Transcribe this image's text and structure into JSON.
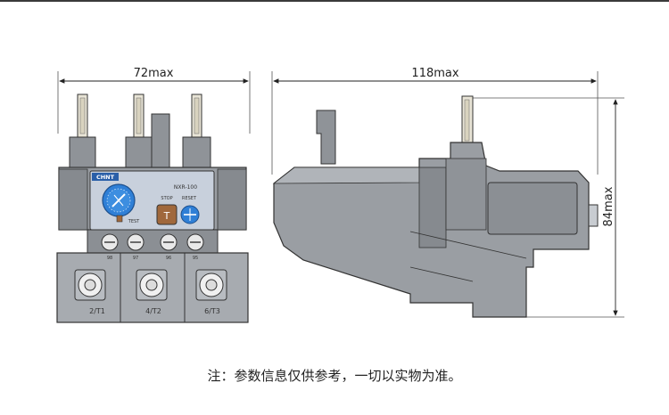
{
  "dimensions": {
    "width_label": "72max",
    "length_label": "118max",
    "height_label": "84max"
  },
  "device": {
    "brand": "CHNT",
    "model": "NXR-100",
    "stop_label": "STOP",
    "reset_label": "RESET",
    "test_label": "TEST",
    "button_letter": "T",
    "aux_contacts": [
      "98",
      "97",
      "96",
      "95"
    ],
    "terminals": [
      "2/T1",
      "4/T2",
      "6/T3"
    ]
  },
  "note": "注：参数信息仅供参考，一切以实物为准。",
  "colors": {
    "body": "#9a9ea3",
    "body_dark": "#7e8287",
    "panel": "#c8d0dc",
    "dial": "#2f7fd6",
    "button": "#a0683c",
    "line": "#333333"
  }
}
